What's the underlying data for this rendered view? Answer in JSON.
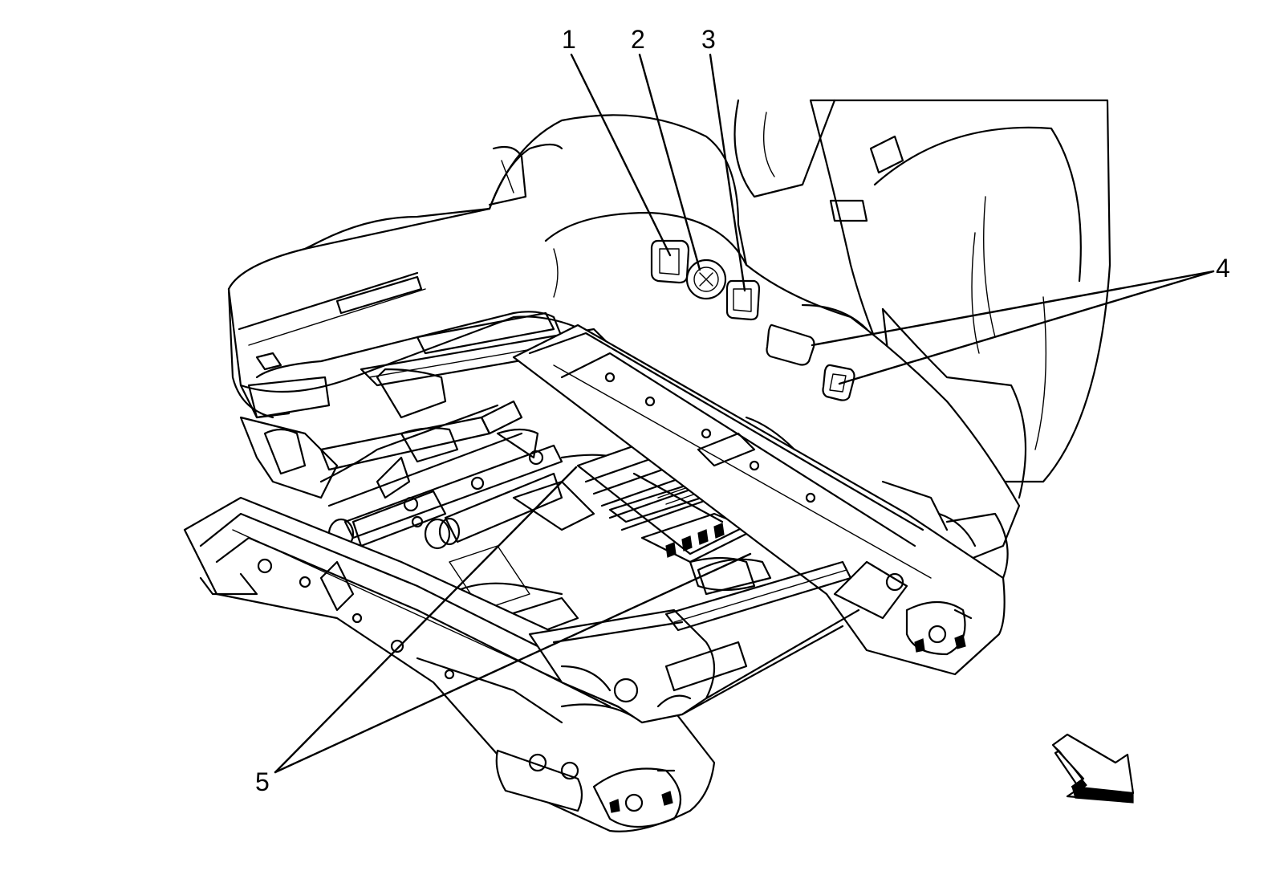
{
  "figure": {
    "kind": "exploded seat underside illustration",
    "callouts": [
      {
        "id": "1",
        "label": "1"
      },
      {
        "id": "2",
        "label": "2"
      },
      {
        "id": "3",
        "label": "3"
      },
      {
        "id": "4",
        "label": "4"
      },
      {
        "id": "5",
        "label": "5"
      }
    ],
    "view_arrow_icon": "view-direction-arrow-icon",
    "colors": {
      "ink": "#000000",
      "paper": "#ffffff"
    }
  }
}
